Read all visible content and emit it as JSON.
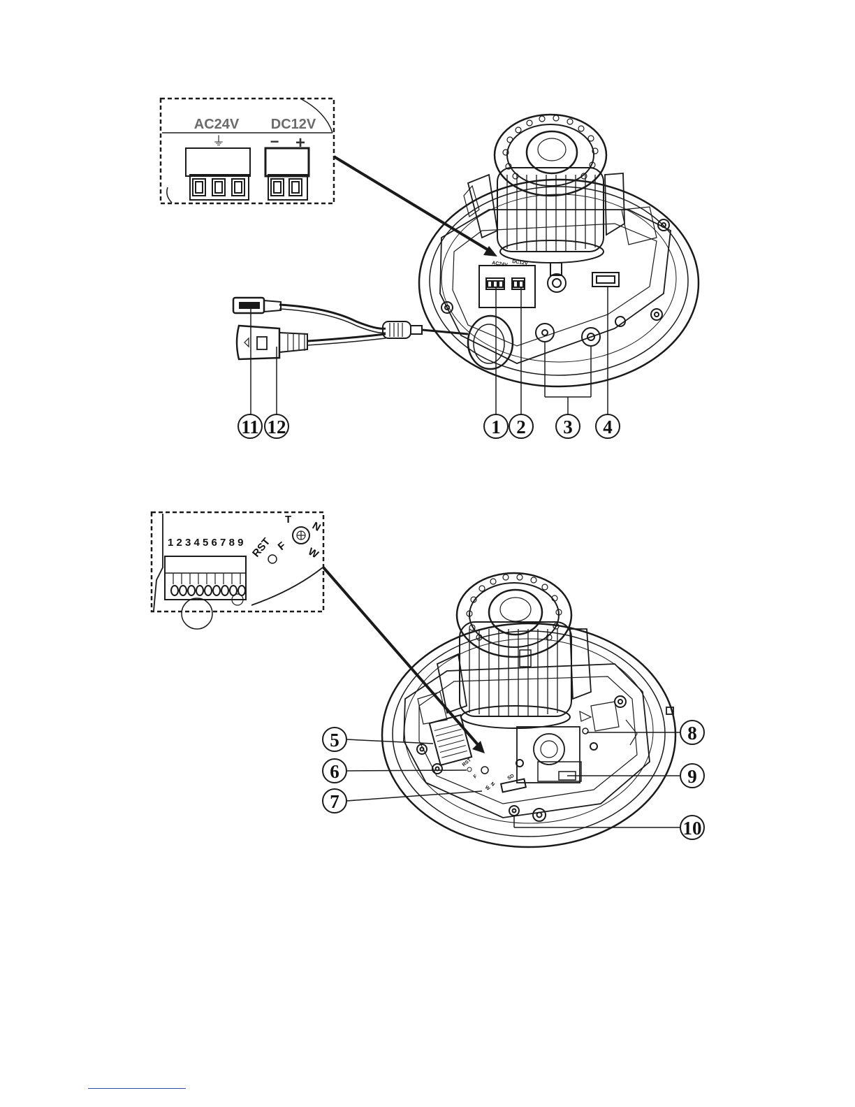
{
  "diagram1": {
    "inset": {
      "ac_label": "AC24V",
      "dc_label": "DC12V",
      "ac_symbol": "⏚",
      "dc_minus": "−",
      "dc_plus": "+"
    },
    "board_labels": {
      "ac": "AC24V",
      "dc": "DC12V"
    },
    "callouts": [
      "11",
      "12",
      "1",
      "2",
      "3",
      "4"
    ]
  },
  "diagram2": {
    "inset": {
      "pin_numbers": "1 2 3 4 5 6 7 8 9",
      "rst_label": "RST",
      "f_label": "F",
      "t_label": "T",
      "n_label": "N",
      "w_label": "W"
    },
    "board_labels": {
      "rst": "RST",
      "f": "F",
      "n": "N",
      "w": "W",
      "sd": "SD"
    },
    "callouts": [
      "5",
      "6",
      "7",
      "8",
      "9",
      "10"
    ]
  }
}
